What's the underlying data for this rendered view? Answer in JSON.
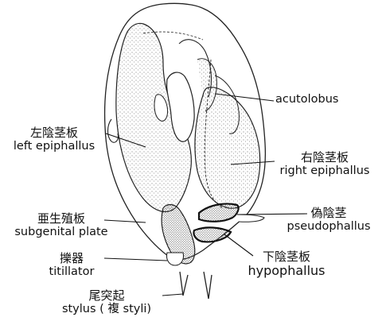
{
  "labels": {
    "acutolobus": {
      "en": "acutolobus"
    },
    "left_epiphallus": {
      "jp": "左陰茎板",
      "en": "left epiphallus"
    },
    "right_epiphallus": {
      "jp": "右陰茎板",
      "en": "right epiphallus"
    },
    "subgenital_plate": {
      "jp": "亜生殖板",
      "en": "subgenital plate"
    },
    "pseudophallus": {
      "jp": "偽陰茎",
      "en": "pseudophallus"
    },
    "titillator": {
      "jp": "擽器",
      "en": "titillator"
    },
    "hypophallus": {
      "jp": "下陰茎板",
      "en": "hypophallus"
    },
    "stylus": {
      "jp": "尾突起",
      "en": "stylus ( 複 styli)"
    }
  },
  "colors": {
    "ink": "#111111",
    "stipple": "#555555",
    "background": "#ffffff"
  }
}
